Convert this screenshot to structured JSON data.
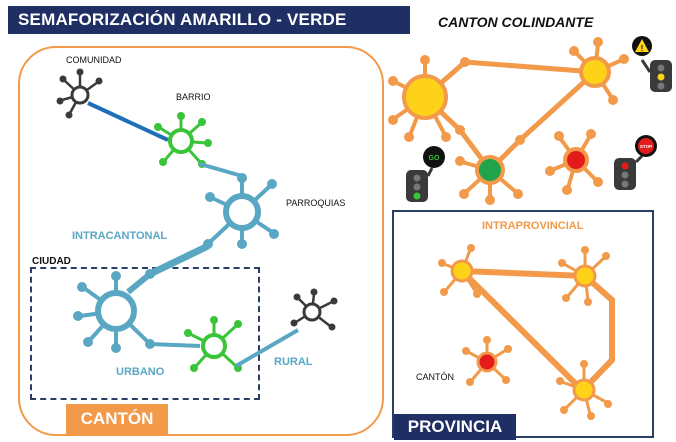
{
  "header": {
    "title": "SEMAFORIZACIÓN AMARILLO - VERDE"
  },
  "labels": {
    "canton_colindante": "CANTON COLINDANTE",
    "comunidad": "COMUNIDAD",
    "barrio": "BARRIO",
    "parroquias": "PARROQUIAS",
    "intracantonal": "INTRACANTONAL",
    "ciudad": "CIUDAD",
    "urbano": "URBANO",
    "rural": "RURAL",
    "canton_tag": "CANTÓN",
    "intraprovincial": "INTRAPROVINCIAL",
    "canton_small": "CANTÓN",
    "provincia_tag": "PROVINCIA"
  },
  "traffic_lights": {
    "go_sign": "GO",
    "stop_sign": "STOP"
  },
  "colors": {
    "navy": "#1f2f63",
    "orange": "#f29a4a",
    "teal": "#5aa7c4",
    "green": "#39c439",
    "yellow": "#ffd21a",
    "red": "#e51b1b",
    "dark": "#3a3a3a"
  }
}
